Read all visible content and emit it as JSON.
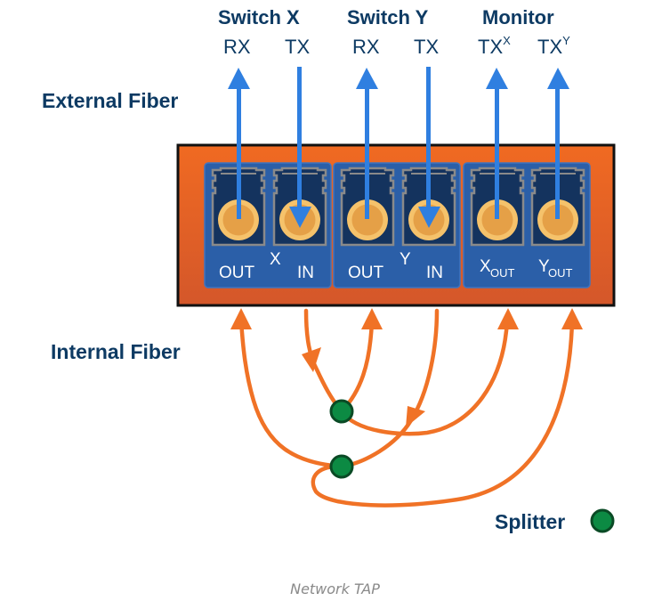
{
  "header": {
    "groups": [
      {
        "title": "Switch X",
        "ports": [
          {
            "label": "RX",
            "sup": ""
          },
          {
            "label": "TX",
            "sup": ""
          }
        ]
      },
      {
        "title": "Switch Y",
        "ports": [
          {
            "label": "RX",
            "sup": ""
          },
          {
            "label": "TX",
            "sup": ""
          }
        ]
      },
      {
        "title": "Monitor",
        "ports": [
          {
            "label": "TX",
            "sup": "X"
          },
          {
            "label": "TX",
            "sup": "Y"
          }
        ]
      }
    ]
  },
  "labels": {
    "external_fiber": "External Fiber",
    "internal_fiber": "Internal Fiber",
    "splitter": "Splitter"
  },
  "tap_device": {
    "groups": [
      {
        "name": "X",
        "left_port": "OUT",
        "right_port": "IN",
        "center": "X"
      },
      {
        "name": "Y",
        "left_port": "OUT",
        "right_port": "IN",
        "center": "Y"
      },
      {
        "name": "Monitor",
        "left_port": "X",
        "left_sub": "OUT",
        "right_port": "Y",
        "right_sub": "OUT"
      }
    ]
  },
  "colors": {
    "header_text": "#0d3a63",
    "external_fiber": "#2f7fe0",
    "internal_fiber": "#f07226",
    "tap_body": "#e8632a",
    "port_group": "#2b5fa8",
    "port_slot": "#14335e",
    "connector": "#e8a04a",
    "splitter": "#0c8a43"
  },
  "caption": "Network TAP"
}
